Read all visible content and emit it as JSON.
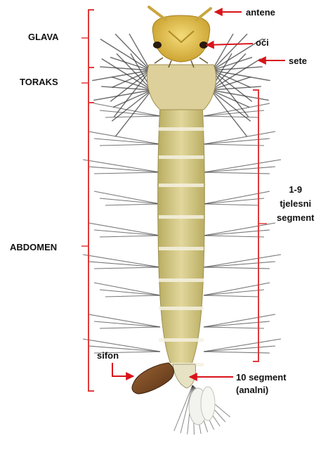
{
  "labels": {
    "glava": "GLAVA",
    "toraks": "TORAKS",
    "abdomen": "ABDOMEN",
    "antene": "antene",
    "oci": "oči",
    "sete": "sete",
    "segment_line1": "1-9",
    "segment_line2": "tjelesni",
    "segment_line3": "segment",
    "sifon": "sifon",
    "ten_segment_line1": "10 segment",
    "ten_segment_line2": "(analni)"
  },
  "colors": {
    "bracket": "#e03a3a",
    "arrow": "#d8141a",
    "body": "#d6c98a",
    "head": "#e6c24e",
    "siphon": "#7a4a22",
    "setae": "#3a3a3a"
  }
}
